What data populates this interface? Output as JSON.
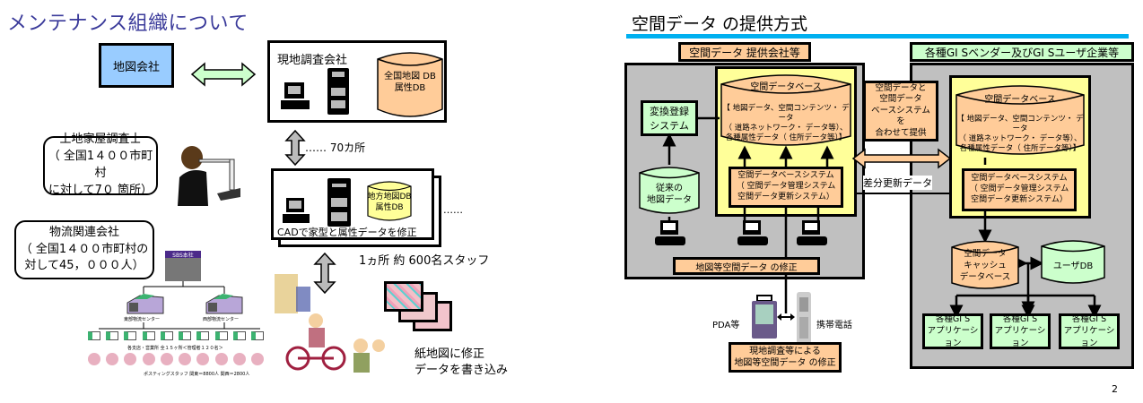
{
  "left": {
    "title": "メンテナンス組織について",
    "map_company": "地図会社",
    "survey_company": {
      "title": "現地調査会社",
      "db_line1": "全国地図 DB",
      "db_line2": "属性DB"
    },
    "sites_label": "…… 70カ所",
    "cad_office": {
      "db_line1": "地方地図DB",
      "db_line2": "属性DB",
      "caption": "CADで家型と属性データを修正",
      "more": "……"
    },
    "staff_label": "1ヵ所  約 600名スタッフ",
    "surveyor": {
      "line1": "土地家屋調査士",
      "line2": "（ 全国1４００市町村",
      "line3": "に対して7０ 箇所）"
    },
    "logistics": {
      "line1": "物流関連会社",
      "line2": "（ 全国1４００市町村の",
      "line3": "対して45，０００人）"
    },
    "org_chart": {
      "hq": "SBS本社",
      "center_east": "東部物流センター",
      "center_west": "西部物流センター",
      "branch_note": "各支店・営業所    全１５ヶ所＜管理者１２０名＞",
      "staff_note": "ポスティングスタッフ    関東＝8800人  関西＝2800人"
    },
    "paper_map_caption_line1": "紙地図に修正",
    "paper_map_caption_line2": "データを書き込み"
  },
  "right": {
    "title": "空間データ の提供方式",
    "provider_header": "空間データ 提供会社等",
    "vendor_header": "各種GI Sベンダー及びGI Sユーザ企業等",
    "provider_db": {
      "title": "空間データベース",
      "line1": "【 地図データ、空間コンテンツ・ データ",
      "line2": "（ 道路ネットワーク・ データ等）、",
      "line3": "各種属性データ（ 住所データ等）】"
    },
    "provider_system": {
      "line1": "空間データベースシステム",
      "line2": "（ 空間データ管理システム",
      "line3": "空間データ更新システム）"
    },
    "conversion": {
      "line1": "変換登録",
      "line2": "システム"
    },
    "legacy_db": {
      "line1": "従来の",
      "line2": "地図データ"
    },
    "edit_bar": "地図等空間データ の修正",
    "offer_box": {
      "line1": "空間データと",
      "line2": "空間データ",
      "line3": "ベースシステム",
      "line4": "を",
      "line5": "合わせて提供"
    },
    "diff_update": "差分更新データ",
    "vendor_db": {
      "title": "空間データベース",
      "line1": "【 地図データ、空間コンテンツ・ データ",
      "line2": "（ 道路ネットワーク・ データ等）、",
      "line3": "各種属性データ（ 住所データ等）】"
    },
    "vendor_system": {
      "line1": "空間データベースシステム",
      "line2": "（ 空間データ管理システム",
      "line3": "空間データ更新システム）"
    },
    "cache_db": {
      "line1": "空間データ",
      "line2": "キャッシュ",
      "line3": "データベース"
    },
    "user_db": "ユーザDB",
    "apps": [
      {
        "line1": "各種GI S",
        "line2": "アプリケーション"
      },
      {
        "line1": "各種GI S",
        "line2": "アプリケーション"
      },
      {
        "line1": "各種GI S",
        "line2": "アプリケーション"
      }
    ],
    "pda_label": "PDA等",
    "phone_label": "携帯電話",
    "field_edit": {
      "line1": "現地調査等による",
      "line2": "地図等空間データ の修正"
    }
  },
  "page_number": "2",
  "colors": {
    "title_blue": "#3a3a9a",
    "accent_cyan": "#00b0f0",
    "map_company_blue": "#99ccff",
    "arrow_green": "#ccffcc",
    "db_orange": "#ffcc99",
    "db_yellow": "#ffff99",
    "panel_gray": "#c0c0c0",
    "light_yellow": "#ffff99",
    "light_green": "#ccffcc"
  }
}
